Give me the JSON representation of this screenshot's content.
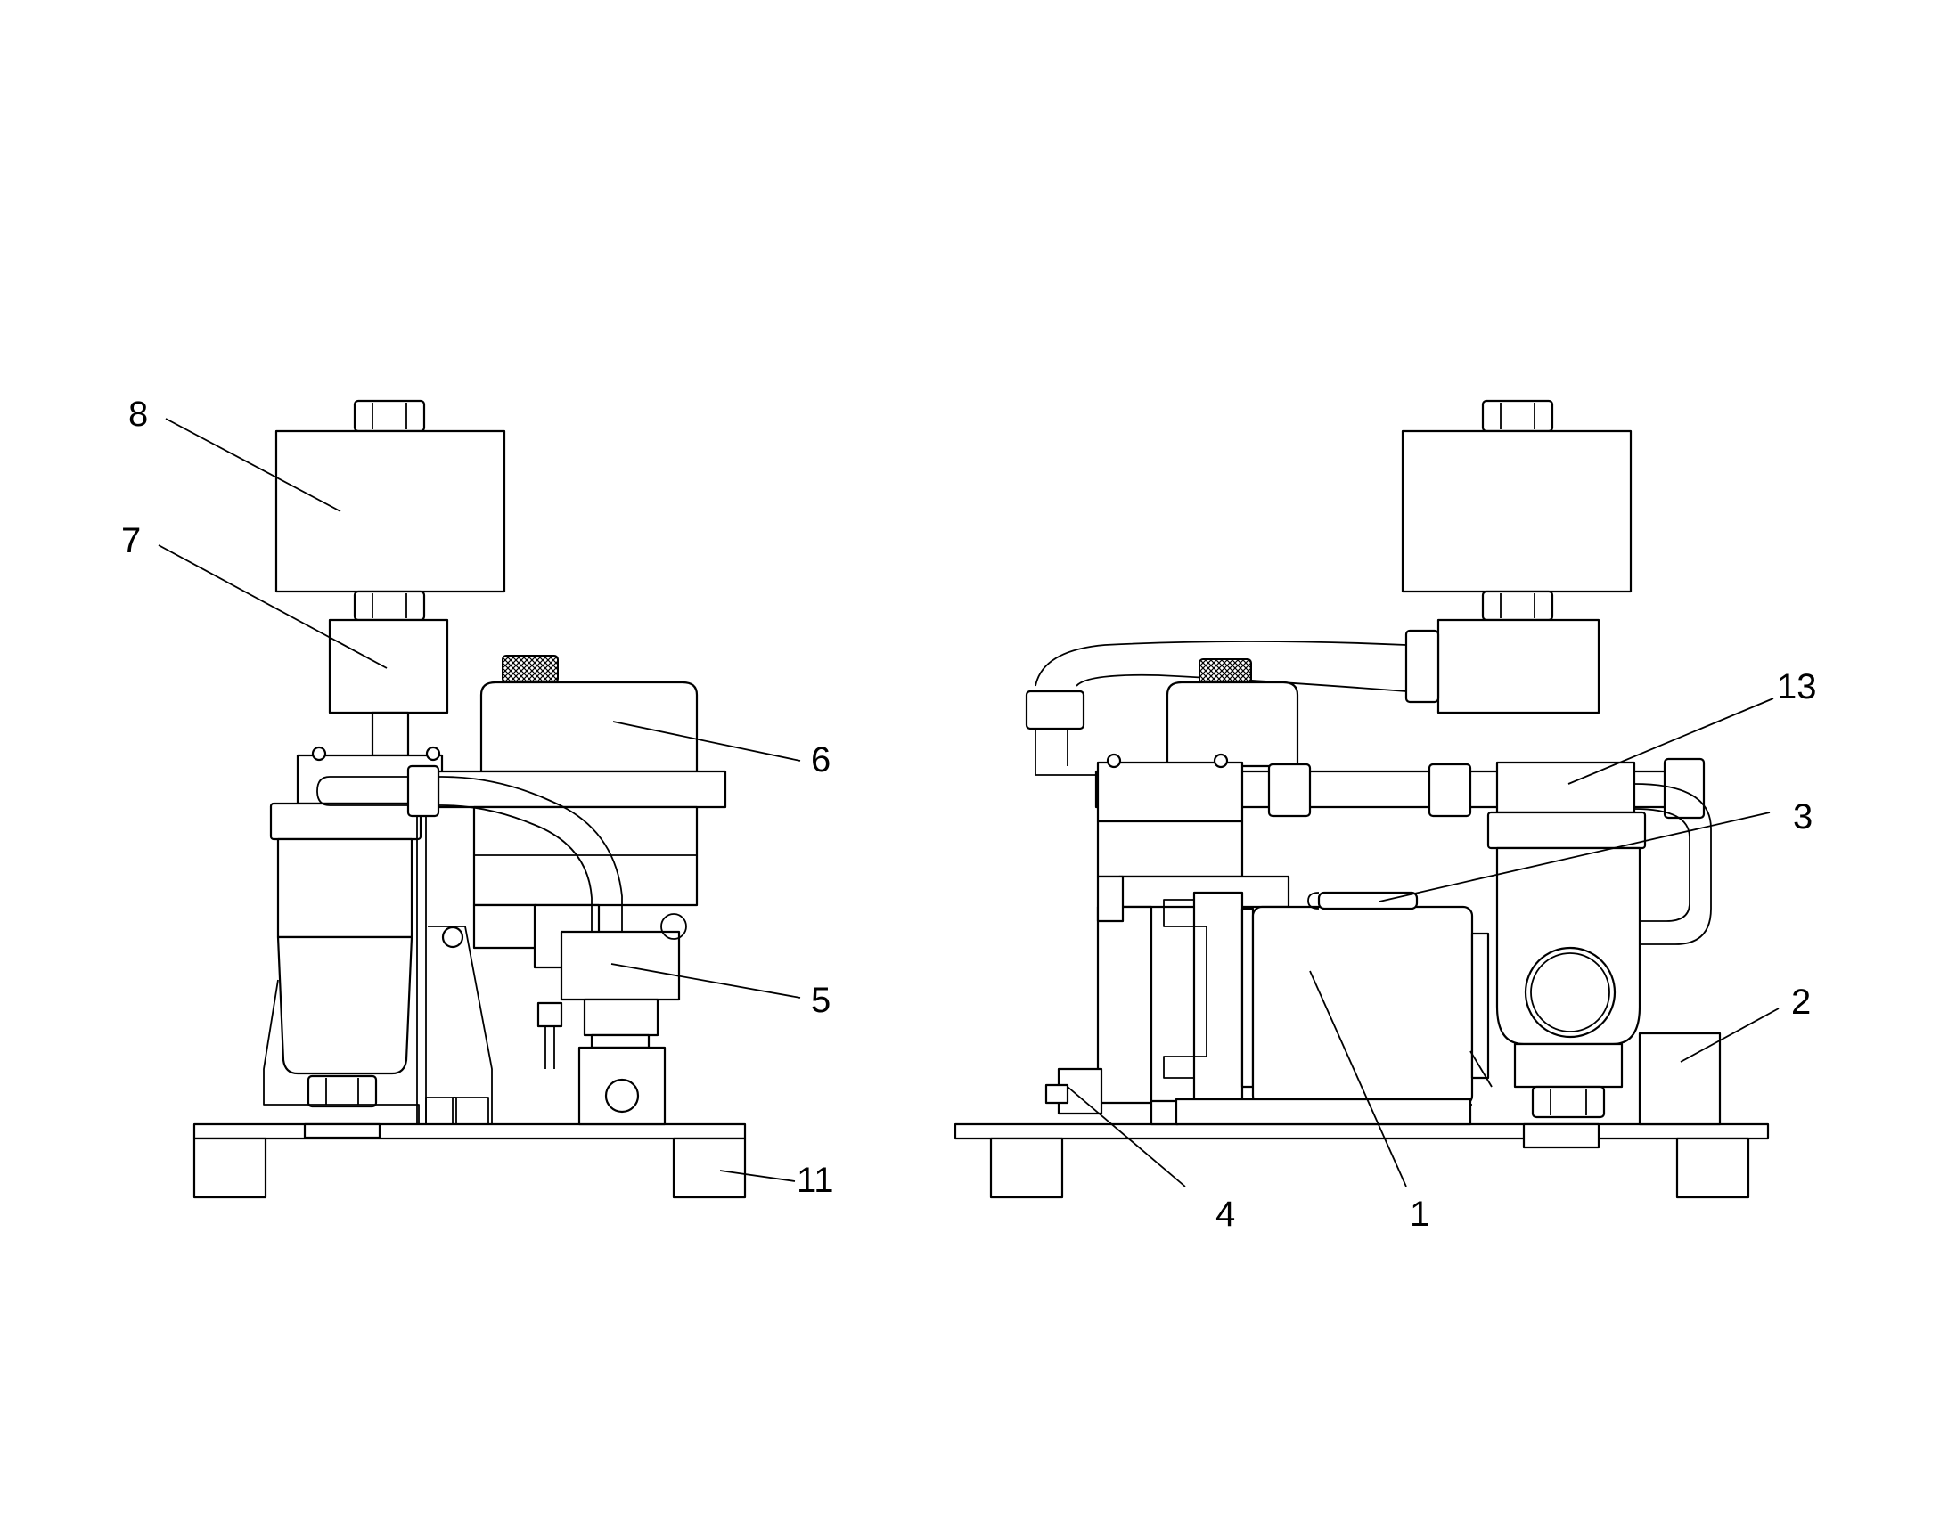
{
  "diagram": {
    "callouts": [
      {
        "id": "c8",
        "label": "8"
      },
      {
        "id": "c7",
        "label": "7"
      },
      {
        "id": "c6",
        "label": "6"
      },
      {
        "id": "c5",
        "label": "5"
      },
      {
        "id": "c11",
        "label": "11"
      },
      {
        "id": "c13",
        "label": "13"
      },
      {
        "id": "c3",
        "label": "3"
      },
      {
        "id": "c2",
        "label": "2"
      },
      {
        "id": "c4",
        "label": "4"
      },
      {
        "id": "c1",
        "label": "1"
      }
    ]
  }
}
